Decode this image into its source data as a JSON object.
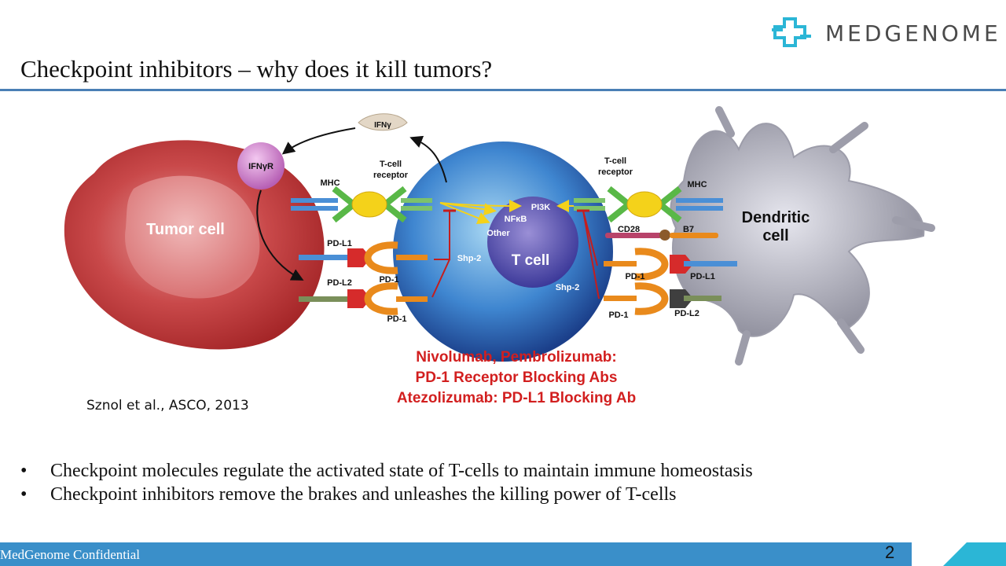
{
  "brand": {
    "name": "MEDGENOME",
    "logo_icon": "medgenome-cross-icon",
    "accent_color": "#2bb6d6"
  },
  "slide": {
    "title": "Checkpoint inhibitors – why does it kill tumors?",
    "citation": "Sznol et al., ASCO, 2013",
    "bullets": [
      "Checkpoint molecules regulate the activated state of T-cells to maintain immune homeostasis",
      "Checkpoint inhibitors remove the brakes and unleashes the killing power of T-cells"
    ],
    "page_number": "2"
  },
  "diagram": {
    "labels": {
      "ifng": "IFNγ",
      "ifngr": "IFNγR",
      "tumor_cell": "Tumor cell",
      "t_cell": "T cell",
      "dendritic_line1": "Dendritic",
      "dendritic_line2": "cell",
      "tcr_left_1": "T-cell",
      "tcr_left_2": "receptor",
      "tcr_right_1": "T-cell",
      "tcr_right_2": "receptor",
      "mhc_left": "MHC",
      "mhc_right": "MHC",
      "pi3k": "PI3K",
      "nfkb": "NFκB",
      "other": "Other",
      "cd28": "CD28",
      "b7": "B7",
      "pdl1_left": "PD-L1",
      "pd1_left_1": "PD-1",
      "pdl2_left": "PD-L2",
      "pd1_left_2": "PD-1",
      "shp2_left": "Shp-2",
      "shp2_right": "Shp-2",
      "pd1_right_1": "PD-1",
      "pdl1_right": "PD-L1",
      "pd1_right_2": "PD-1",
      "pdl2_right": "PD-L2"
    },
    "caption": [
      "Nivolumab, Pembrolizumab:",
      "PD-1 Receptor Blocking Abs",
      "Atezolizumab: PD-L1 Blocking Ab"
    ],
    "colors": {
      "caption": "#d21f1f",
      "tumor": "#c0393a",
      "t_cell": "#2a5aa8",
      "dendritic": "#8a8a96",
      "ligand_yellow": "#f4d21a",
      "receptor_green": "#59b847",
      "pd1_orange": "#e98a1c"
    }
  },
  "footer": {
    "text": "MedGenome Confidential",
    "color": "#3a8fc9"
  }
}
